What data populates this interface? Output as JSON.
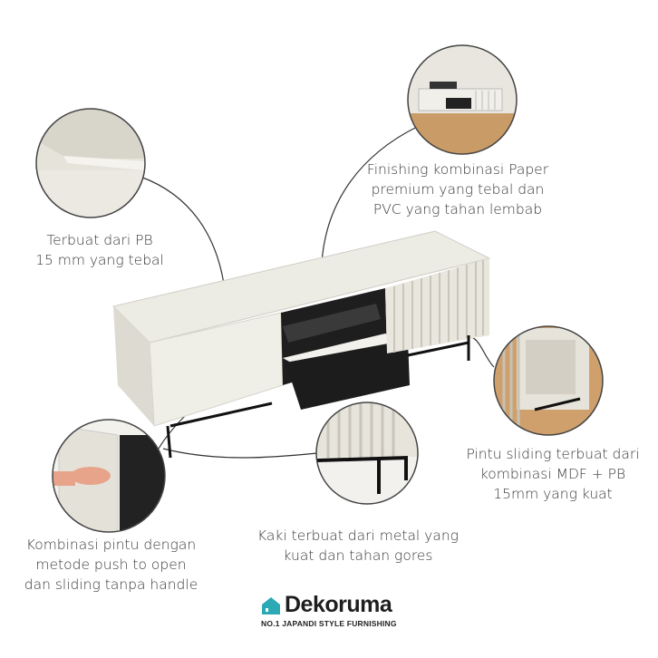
{
  "captions": {
    "shelf": [
      "Terbuat dari PB",
      "15 mm yang tebal"
    ],
    "finishing": [
      "Finishing kombinasi Paper",
      "premium yang tebal dan",
      "PVC yang tahan lembab"
    ],
    "sliding": [
      "Pintu sliding terbuat dari",
      "kombinasi MDF + PB",
      "15mm yang kuat"
    ],
    "legs": [
      "Kaki terbuat dari metal yang",
      "kuat dan tahan gores"
    ],
    "push": [
      "Kombinasi pintu dengan",
      "metode push to open",
      "dan sliding tanpa handle"
    ]
  },
  "brand": {
    "name": "Dekoruma",
    "tagline": "NO.1 JAPANDI STYLE FURNISHING",
    "color": "#2ba9b4"
  }
}
